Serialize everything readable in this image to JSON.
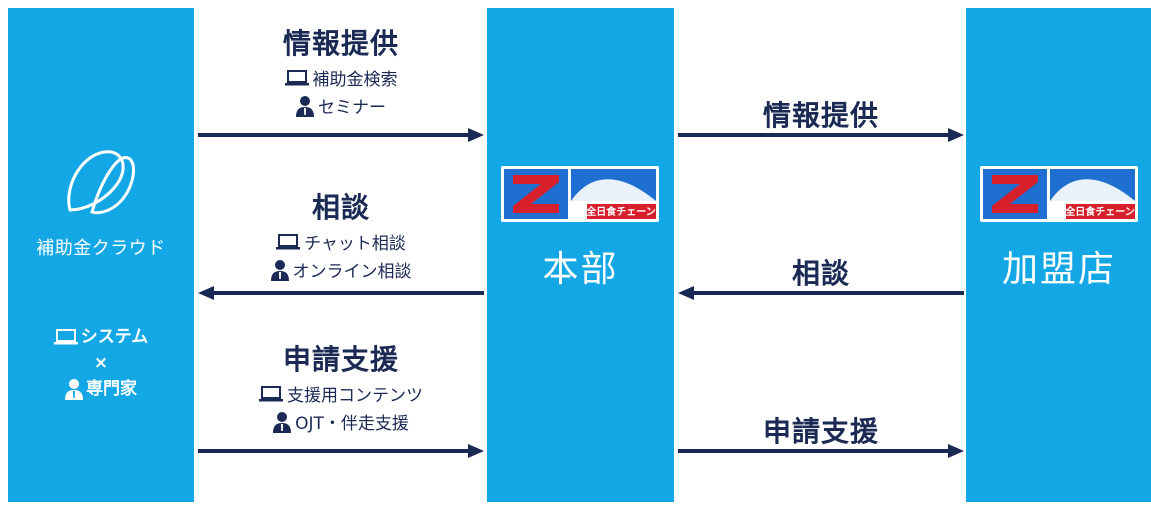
{
  "left_panel": {
    "cloud_name": "補助金クラウド",
    "system_line": "システム",
    "cross": "×",
    "expert_line": "専門家"
  },
  "middle_panel": {
    "label": "本部",
    "logo_caption": "全日食チェーン"
  },
  "right_panel": {
    "label": "加盟店",
    "logo_caption": "全日食チェーン"
  },
  "left_flows": [
    {
      "title": "情報提供",
      "items": [
        {
          "icon": "laptop-icon",
          "text": "補助金検索"
        },
        {
          "icon": "person-icon",
          "text": "セミナー"
        }
      ],
      "direction": "right"
    },
    {
      "title": "相談",
      "items": [
        {
          "icon": "laptop-icon",
          "text": "チャット相談"
        },
        {
          "icon": "person-icon",
          "text": "オンライン相談"
        }
      ],
      "direction": "left"
    },
    {
      "title": "申請支援",
      "items": [
        {
          "icon": "laptop-icon",
          "text": "支援用コンテンツ"
        },
        {
          "icon": "person-icon",
          "text": "OJT・伴走支援"
        }
      ],
      "direction": "right"
    }
  ],
  "right_flows": [
    {
      "title": "情報提供",
      "direction": "right"
    },
    {
      "title": "相談",
      "direction": "left"
    },
    {
      "title": "申請支援",
      "direction": "right"
    }
  ],
  "colors": {
    "panel": "#14a7e6",
    "text_dark": "#1b2a55",
    "arrow": "#1b2a55",
    "logo_red": "#d7202b",
    "logo_blue": "#1e6fcf"
  }
}
